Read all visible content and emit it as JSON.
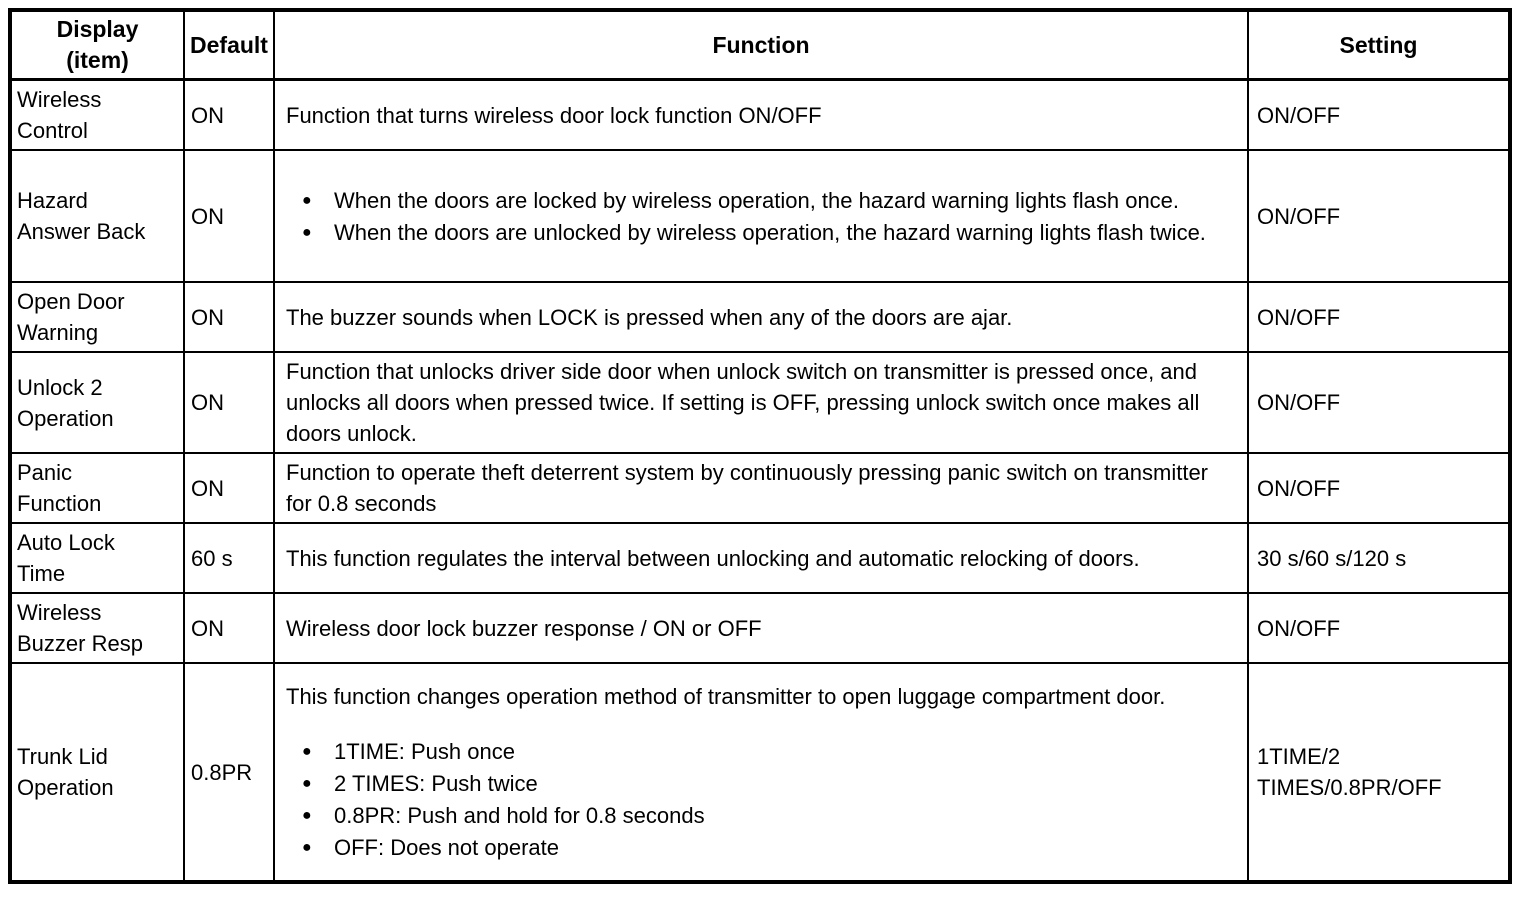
{
  "glyphs": {
    "bullet": "●"
  },
  "colors": {
    "border": "#000000",
    "background": "#ffffff",
    "text": "#000000"
  },
  "table": {
    "headers": {
      "item": "Display\n(item)",
      "default": "Default",
      "function": "Function",
      "setting": "Setting"
    },
    "rows": [
      {
        "item": "Wireless\nControl",
        "default": "ON",
        "function_blocks": [
          {
            "type": "p",
            "text": "Function that turns wireless door lock function ON/OFF"
          }
        ],
        "setting": "ON/OFF"
      },
      {
        "item": "Hazard\nAnswer Back",
        "default": "ON",
        "function_blocks": [
          {
            "type": "bullets",
            "items": [
              "When the doors are locked by wireless operation, the hazard warning lights flash once.",
              "When the doors are unlocked by wireless operation, the hazard warning lights flash twice."
            ]
          }
        ],
        "setting": "ON/OFF"
      },
      {
        "item": "Open Door\nWarning",
        "default": "ON",
        "function_blocks": [
          {
            "type": "p",
            "text": "The buzzer sounds when LOCK is pressed when any of the doors are ajar."
          }
        ],
        "setting": "ON/OFF"
      },
      {
        "item": "Unlock 2\nOperation",
        "default": "ON",
        "function_blocks": [
          {
            "type": "p",
            "text": "Function that unlocks driver side door when unlock switch on transmitter is pressed once, and unlocks all doors when pressed twice. If setting is OFF, pressing unlock switch once makes all doors unlock."
          }
        ],
        "setting": "ON/OFF"
      },
      {
        "item": "Panic\nFunction",
        "default": "ON",
        "function_blocks": [
          {
            "type": "p",
            "text": "Function to operate theft deterrent system by continuously pressing panic switch on transmitter for 0.8 seconds"
          }
        ],
        "setting": "ON/OFF"
      },
      {
        "item": "Auto Lock\nTime",
        "default": "60 s",
        "function_blocks": [
          {
            "type": "p",
            "text": "This function regulates the interval between unlocking and automatic relocking of doors."
          }
        ],
        "setting": "30 s/60 s/120 s"
      },
      {
        "item": "Wireless\nBuzzer Resp",
        "default": "ON",
        "function_blocks": [
          {
            "type": "p",
            "text": "Wireless door lock buzzer response / ON or OFF"
          }
        ],
        "setting": "ON/OFF"
      },
      {
        "item": "Trunk Lid\nOperation",
        "default": "0.8PR",
        "function_blocks": [
          {
            "type": "p",
            "text": "This function changes operation method of transmitter to open luggage compartment door."
          },
          {
            "type": "bullets",
            "items": [
              "1TIME: Push once",
              "2 TIMES: Push twice",
              "0.8PR: Push and hold for 0.8 seconds",
              "OFF: Does not operate"
            ]
          }
        ],
        "setting": "1TIME/2\nTIMES/0.8PR/OFF"
      }
    ]
  }
}
